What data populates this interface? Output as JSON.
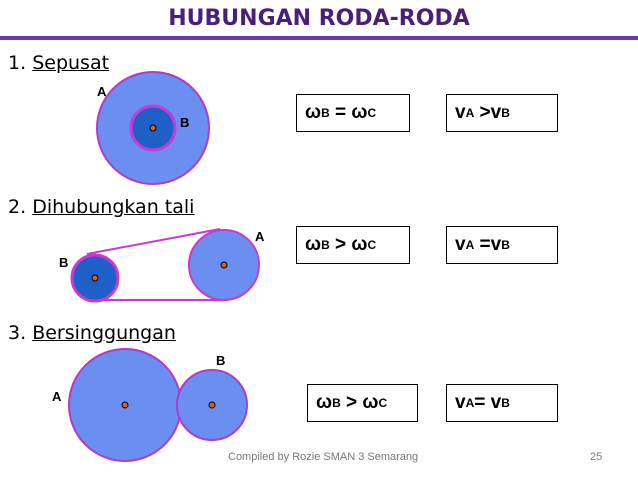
{
  "title": "HUBUNGAN RODA-RODA",
  "sections": [
    {
      "number": "1.",
      "name": "Sepusat",
      "labels": [
        "A",
        "B"
      ],
      "omega": {
        "symbol": "ω",
        "s1": "B",
        "rel": " = ",
        "s2": "C"
      },
      "velocity": {
        "symbol": "v",
        "s1": "A",
        "rel": " >",
        "s2": "B"
      }
    },
    {
      "number": "2.",
      "name": "Dihubungkan tali",
      "labels": [
        "A",
        "B"
      ],
      "omega": {
        "symbol": "ω",
        "s1": "B",
        "rel": " > ",
        "s2": "C"
      },
      "velocity": {
        "symbol": "v",
        "s1": "A",
        "rel": " =",
        "s2": "B"
      }
    },
    {
      "number": "3.",
      "name": "Bersinggungan",
      "labels": [
        "B",
        "A"
      ],
      "omega": {
        "symbol": "ω",
        "s1": "B",
        "rel": " > ",
        "s2": "C"
      },
      "velocity": {
        "symbol": "v",
        "s1": "A",
        "rel": "= ",
        "s2": "B"
      }
    }
  ],
  "footer": {
    "credit": "Compiled by Rozie SMAN 3 Semarang",
    "page": "25"
  },
  "colors": {
    "title": "#4b1f78",
    "light_wheel": "#6b8ff0",
    "dark_wheel": "#1f5fc8",
    "belt": "#c83ad2",
    "rim": "#b23ac8"
  }
}
